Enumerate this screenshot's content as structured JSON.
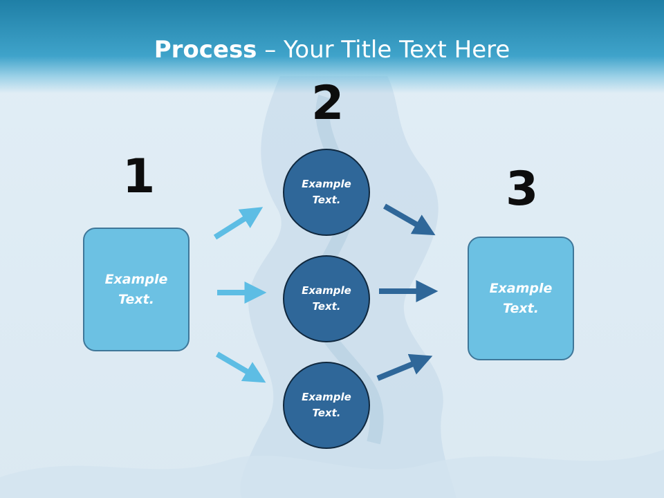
{
  "slide": {
    "title_bold": "Process",
    "title_rest": " – Your Title Text Here"
  },
  "steps": [
    {
      "number": "1",
      "label": "Example\nText."
    },
    {
      "number": "2",
      "label": "Example\nText."
    },
    {
      "number": "3",
      "label": "Example\nText."
    }
  ],
  "middle_nodes": [
    {
      "label": "Example\nText."
    },
    {
      "label": "Example\nText."
    },
    {
      "label": "Example\nText."
    }
  ],
  "colors": {
    "header": "#2a8db7",
    "box_fill": "#6cc1e3",
    "circle_fill": "#2f6799",
    "arrow_light": "#5dbde4",
    "arrow_dark": "#2f6799"
  }
}
